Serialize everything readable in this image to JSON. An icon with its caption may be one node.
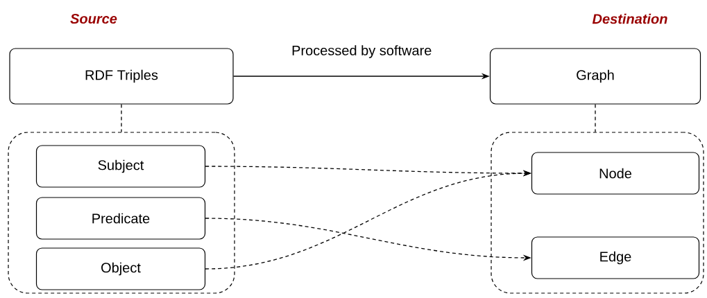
{
  "diagram": {
    "nodes": [
      {
        "text": [
          "RDF Triples"
        ]
      },
      {
        "text": [
          "Graph"
        ]
      },
      {
        "text": [],
        "shape": "box"
      },
      {
        "text": [
          "Subject"
        ],
        "in": 2
      },
      {
        "text": [
          "Predicate"
        ],
        "in": 2
      },
      {
        "text": [
          "Object"
        ],
        "in": 2
      },
      {
        "text": [],
        "shape": "box"
      },
      {
        "text": [
          "Node"
        ],
        "in": 6
      },
      {
        "text": [
          "Edge"
        ],
        "in": 6
      }
    ],
    "edges": [
      {
        "from": 0,
        "to": 1,
        "arrow": "to",
        "label": "Processed by software"
      },
      {
        "from": 0,
        "to": 2,
        "arrow": "none",
        "style": "dashed"
      },
      {
        "from": 1,
        "to": 6,
        "arrow": "none",
        "style": "dashed"
      },
      {
        "from": 3,
        "to": 7,
        "arrow": "to",
        "style": "dashed"
      },
      {
        "from": 4,
        "to": 8,
        "arrow": "to",
        "style": "dashed"
      },
      {
        "from": 5,
        "to": 7,
        "arrow": "to",
        "style": "dashed"
      }
    ],
    "labels": [
      "Source",
      "Destination"
    ]
  }
}
